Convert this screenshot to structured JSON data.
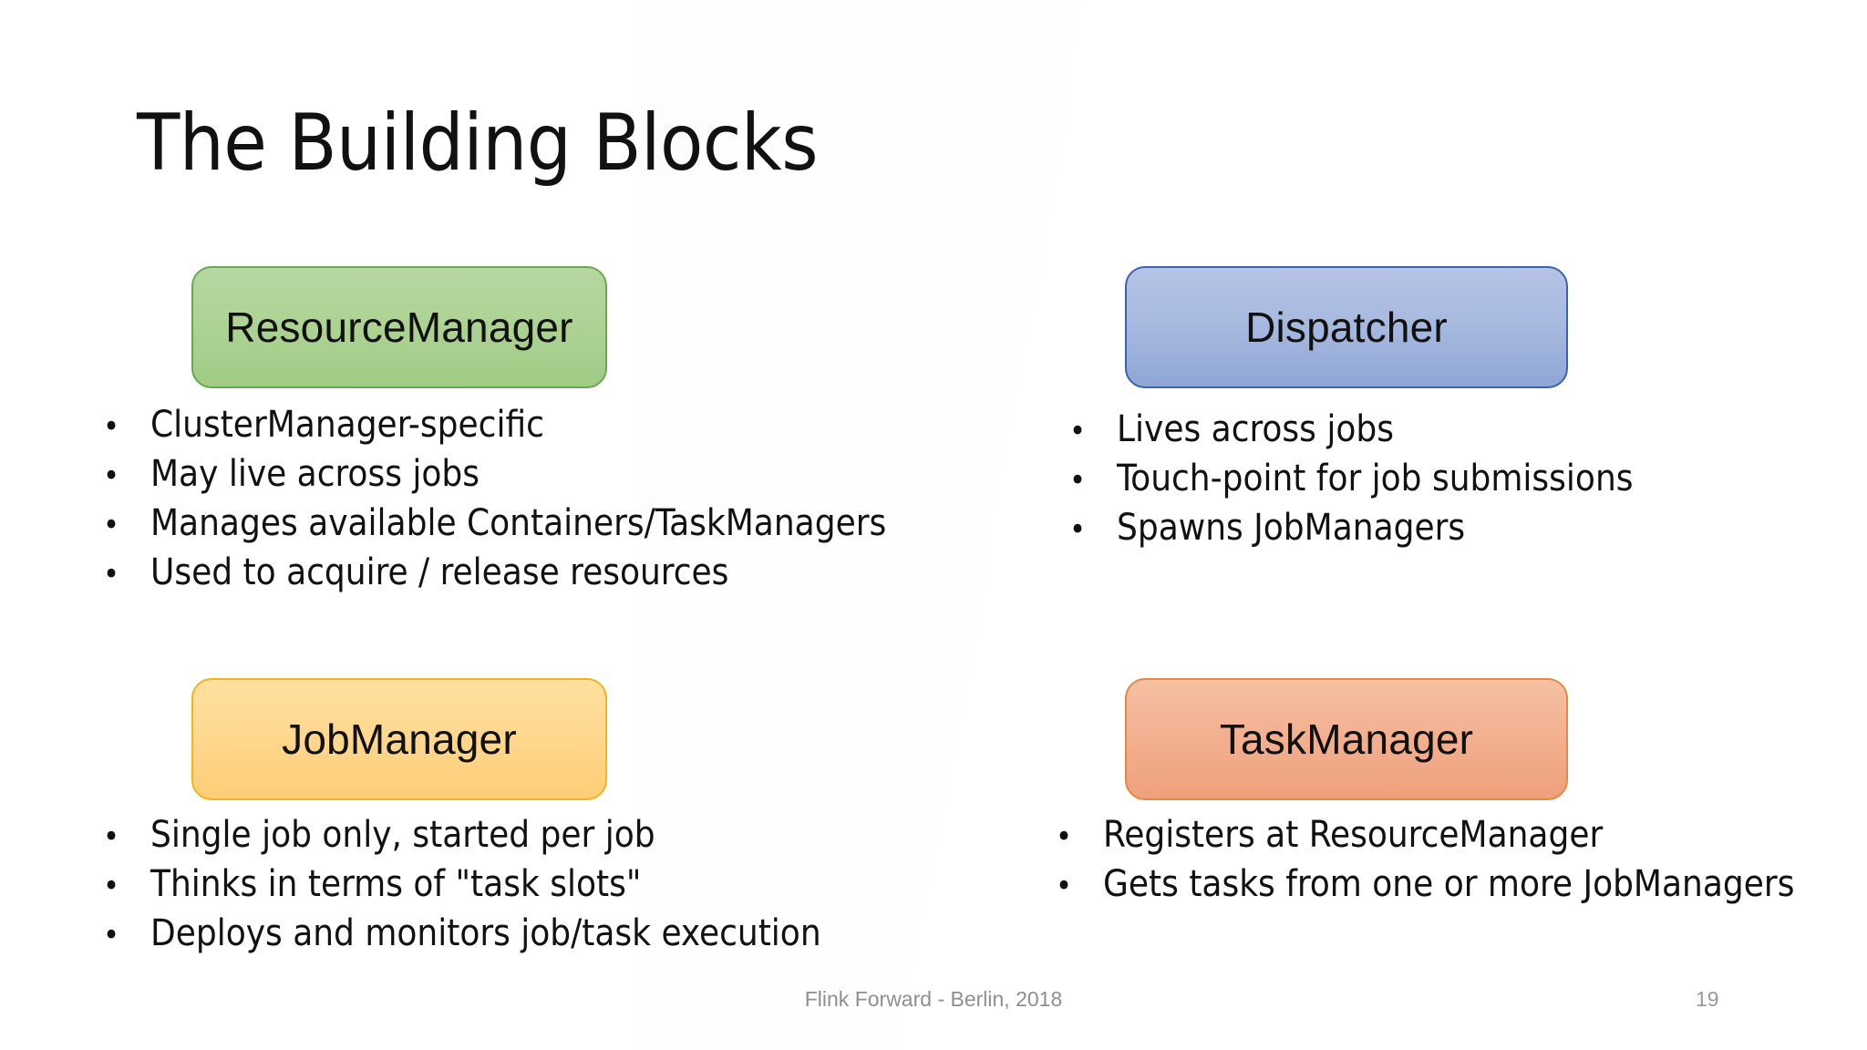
{
  "slide": {
    "title": "The Building Blocks",
    "page_number": "19",
    "footer": "Flink Forward - Berlin, 2018",
    "bullet_glyph": "•"
  },
  "blocks": [
    {
      "id": "resource-manager",
      "label": "ResourceManager",
      "fill": "#aed395",
      "border": "#6aa84f",
      "bullets": [
        "ClusterManager-specific",
        "May live across jobs",
        "Manages available Containers/TaskManagers",
        "Used to acquire / release resources"
      ]
    },
    {
      "id": "dispatcher",
      "label": "Dispatcher",
      "fill": "#a8badf",
      "border": "#3b63ab",
      "bullets": [
        "Lives across jobs",
        "Touch-point for job submissions",
        "Spawns JobManagers"
      ]
    },
    {
      "id": "job-manager",
      "label": "JobManager",
      "fill": "#ffd890",
      "border": "#f2b41c",
      "bullets": [
        "Single job only, started per job",
        "Thinks in terms of \"task slots\"",
        "Deploys and monitors job/task execution"
      ]
    },
    {
      "id": "task-manager",
      "label": "TaskManager",
      "fill": "#f3b192",
      "border": "#e08a48",
      "bullets": [
        "Registers at ResourceManager",
        "Gets tasks from one or more JobManagers"
      ]
    }
  ]
}
